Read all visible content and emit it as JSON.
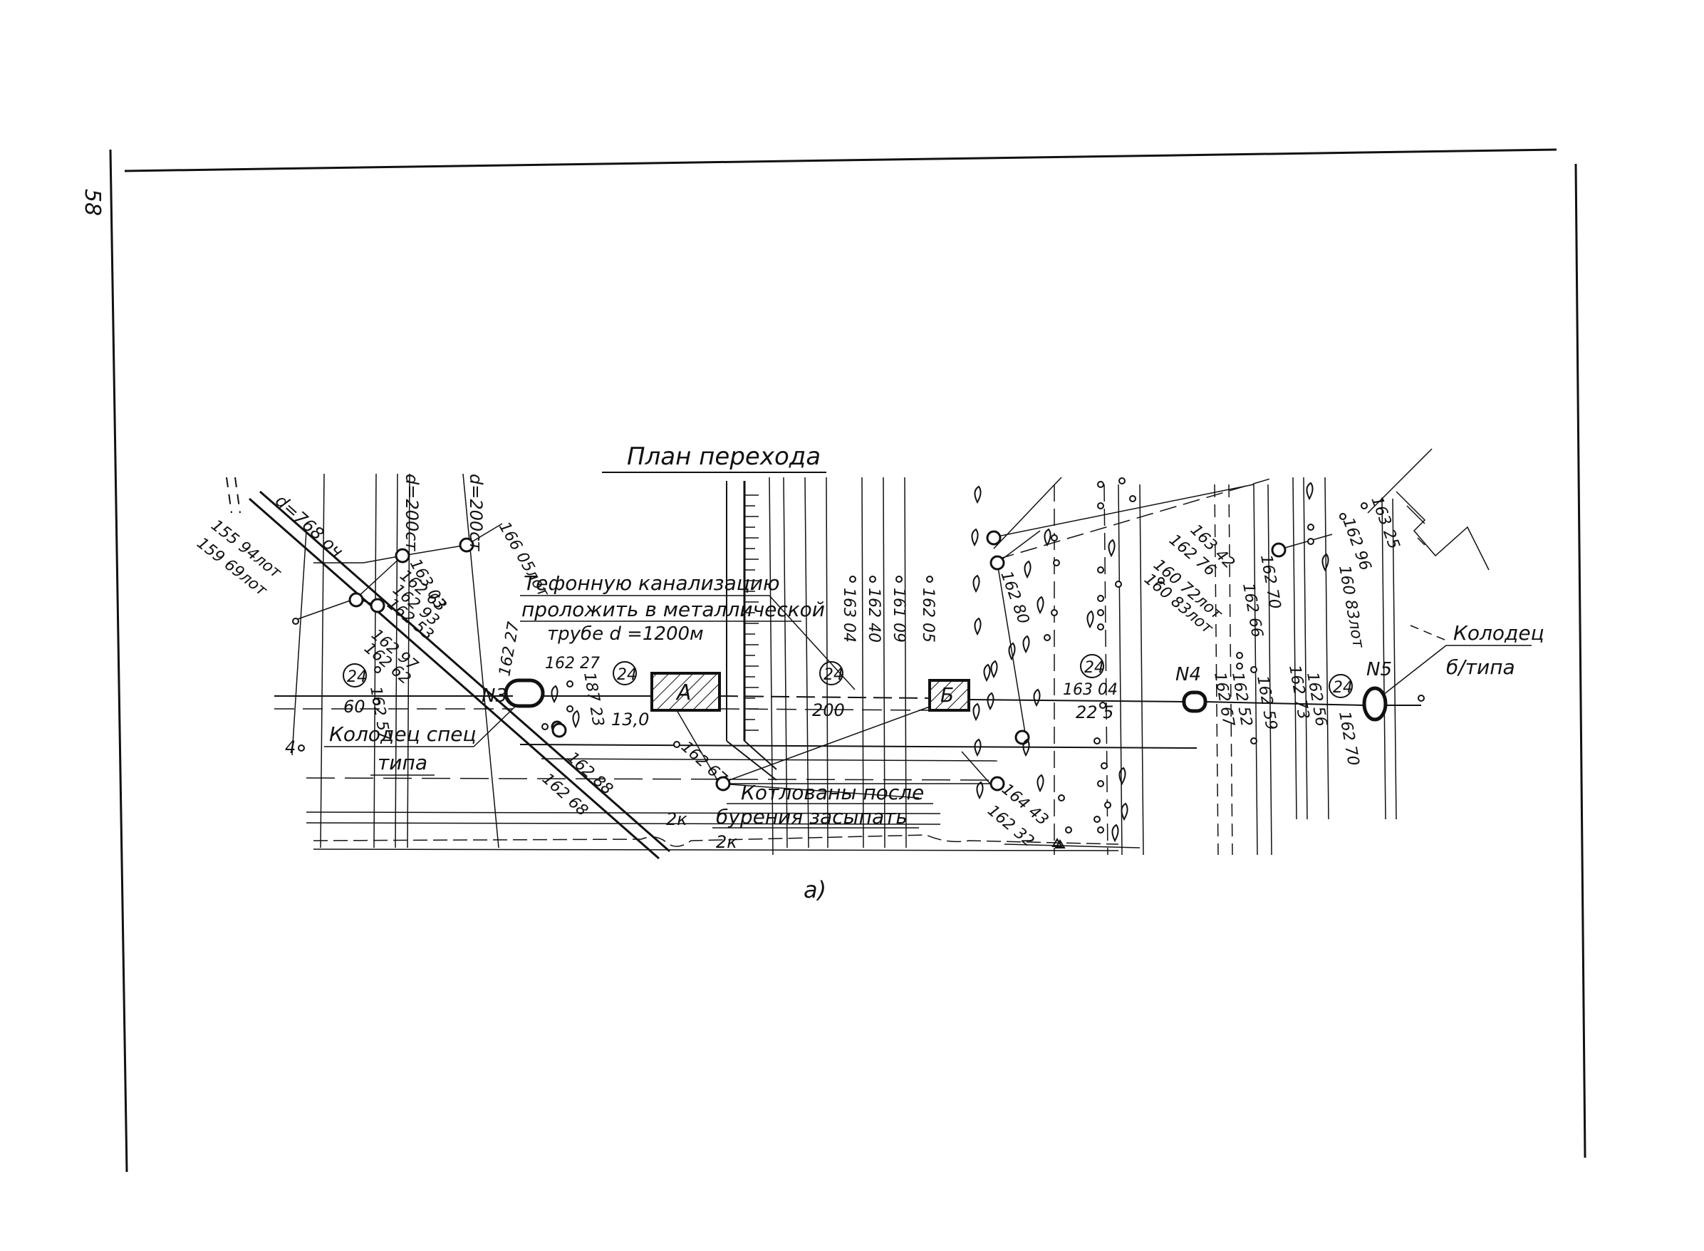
{
  "page": {
    "number": "58",
    "caption": "а)"
  },
  "plan": {
    "title": "План перехода",
    "note_lines": [
      "Тефонную канализацию",
      "проложить в металлической",
      "трубе  d =1200м"
    ],
    "well_spec_label_1": "Колодец спец",
    "well_spec_label_2": "типа",
    "well_b_label_1": "Колодец",
    "well_b_label_2": "б/типа",
    "pits_label_1": "Котлованы после",
    "pits_label_2": "бурения засыпать",
    "wells": [
      "N3",
      "N4",
      "N5"
    ],
    "pits": [
      "А",
      "Б"
    ],
    "pipe_marker": "24",
    "section_lengths": [
      "60",
      "13,0",
      "200",
      "22 5"
    ],
    "duct_count_labels": [
      "2к",
      "2к"
    ],
    "diameter_labels": [
      "d=768 оч",
      "d=200ст",
      "d=200ст"
    ],
    "elevations": {
      "well_n3": [
        "162 27",
        "187 23"
      ],
      "left_cluster": [
        "155 94лот",
        "159 69лот",
        "163 03",
        "162 63",
        "162 93",
        "162 53",
        "162 97",
        "162 62",
        "162 57"
      ],
      "left_top": "166 05лот",
      "center": [
        "163 04",
        "162 40",
        "161 09",
        "162 05"
      ],
      "diagonal": [
        "162 88",
        "162 68",
        "162 67"
      ],
      "right_top": [
        "162 80",
        "163 42",
        "162 76",
        "160 72лот",
        "160 83лот"
      ],
      "right_mid": [
        "163 04",
        "164 43",
        "162 32"
      ],
      "well_n4": [
        "162 70",
        "162 66",
        "162 67",
        "162 52",
        "162 59",
        "162 73",
        "162 56"
      ],
      "well_n5": [
        "162 96",
        "160 83лот",
        "163 25",
        "162 70"
      ]
    },
    "marks": {
      "small_four": "4"
    }
  }
}
